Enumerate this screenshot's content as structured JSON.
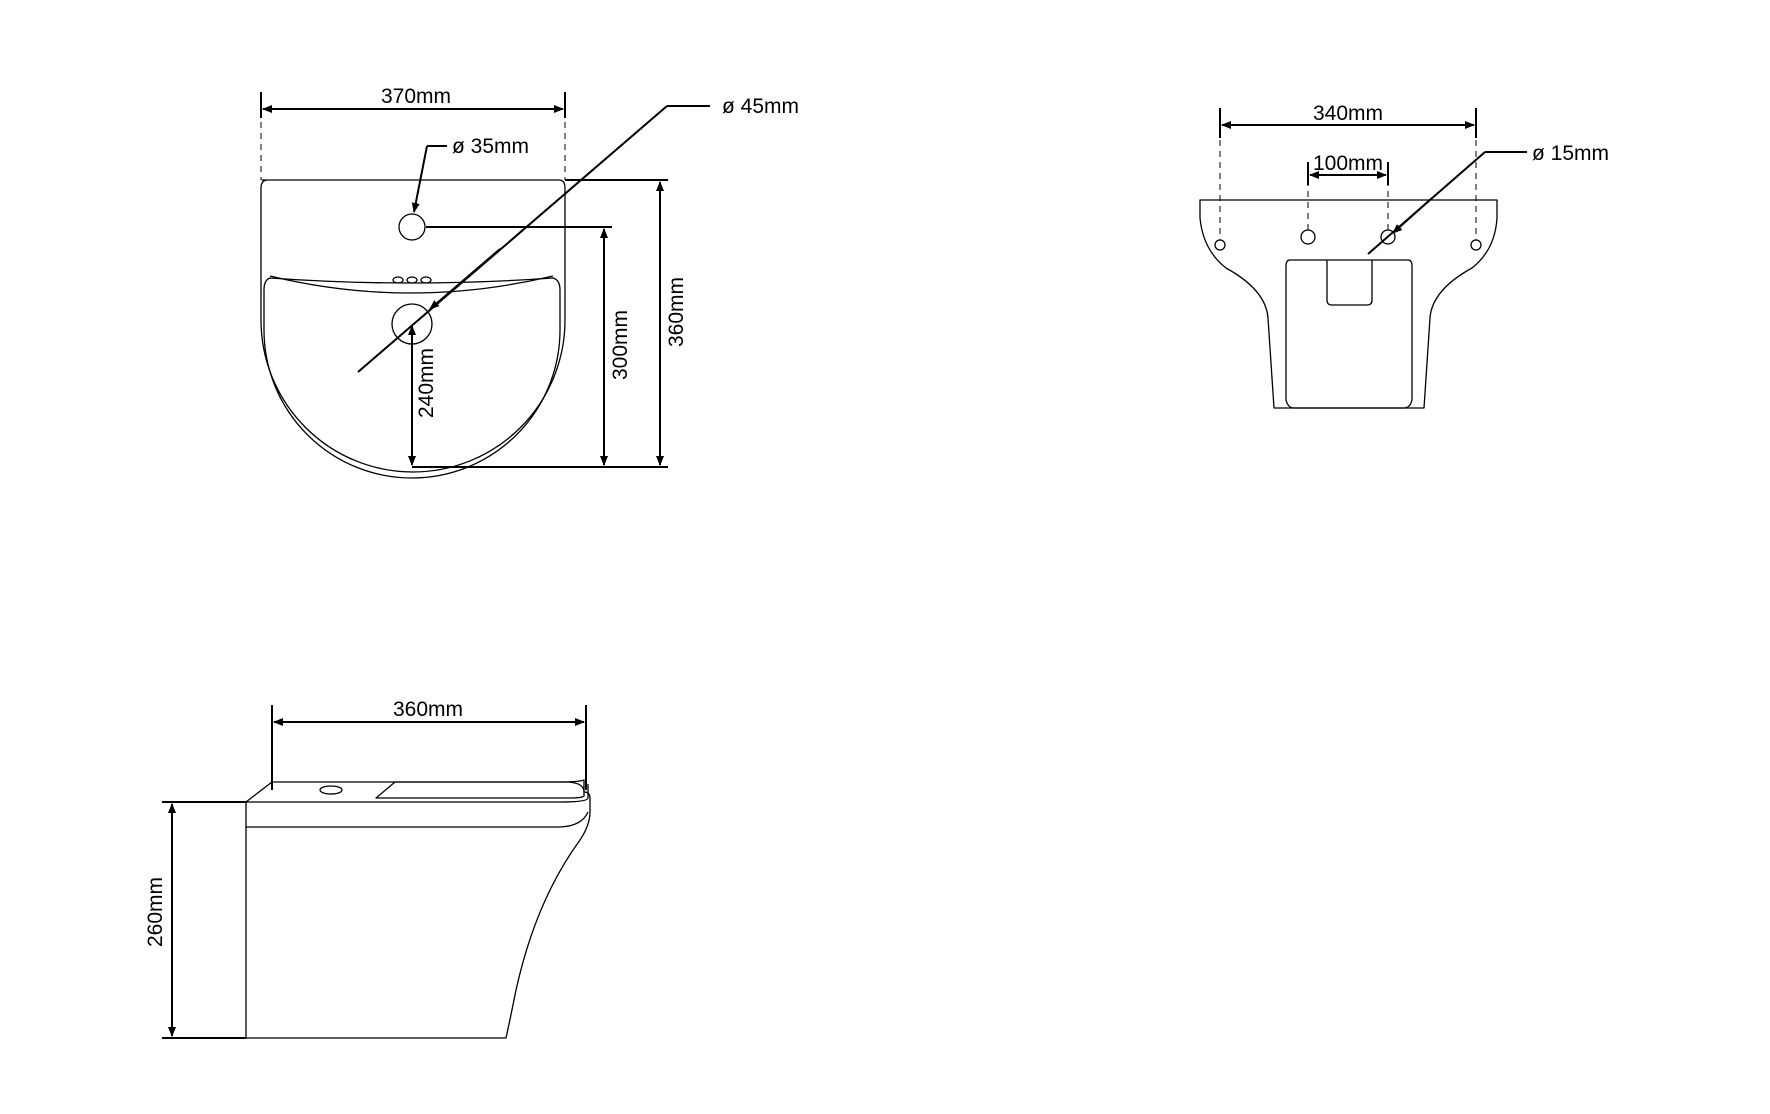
{
  "front_view": {
    "width": "370mm",
    "tap_hole": "ø 35mm",
    "waste": "ø 45mm",
    "height_total": "360mm",
    "height_tap": "300mm",
    "height_waste": "240mm"
  },
  "rear_view": {
    "width": "340mm",
    "fixing_spacing": "100mm",
    "fixing_hole": "ø 15mm"
  },
  "side_view": {
    "depth": "360mm",
    "height": "260mm"
  }
}
